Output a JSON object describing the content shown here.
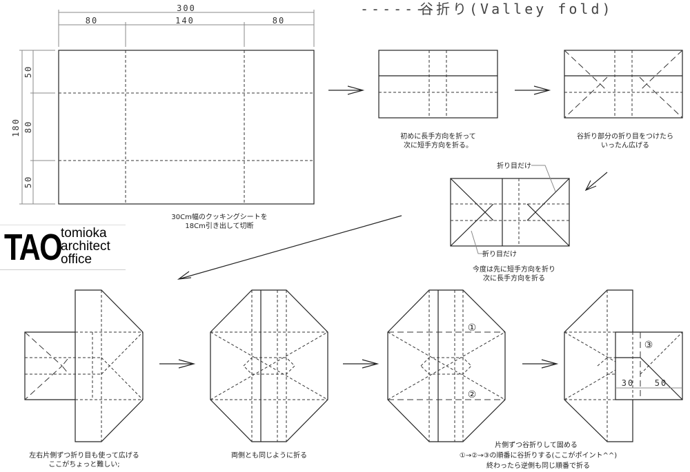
{
  "legend": {
    "line_sample": "------",
    "label": "谷折り(Valley fold)"
  },
  "dimensions": {
    "total_width": "300",
    "width_parts": [
      "80",
      "140",
      "80"
    ],
    "total_height": "180",
    "height_parts": [
      "50",
      "80",
      "50"
    ],
    "flap_parts": [
      "30",
      "50"
    ]
  },
  "captions": {
    "step1": [
      "30Cm幅のクッキングシートを",
      "18Cm引き出して切断"
    ],
    "step2": [
      "初めに長手方向を折って",
      "次に短手方向を折る。"
    ],
    "step3": [
      "谷折り部分の折り目をつけたら",
      "いったん広げる"
    ],
    "step4": [
      "今度は先に短手方向を折り",
      "次に長手方向を折る"
    ],
    "step4_note": "折り目だけ",
    "step5": [
      "左右片側ずつ折り目も使って広げる",
      "ここがちょっと難しい;"
    ],
    "step6": [
      "両側とも同じように折る"
    ],
    "step7": [
      "片側ずつ谷折りして固める",
      "①→②→③の順番に谷折りする(ここがポイント^^)",
      "終わったら逆側も同じ順番で折る"
    ]
  },
  "markers": [
    "①",
    "②",
    "③"
  ],
  "logo": {
    "mark": "TAO",
    "lines": [
      "tomioka",
      "architect",
      "office"
    ]
  }
}
